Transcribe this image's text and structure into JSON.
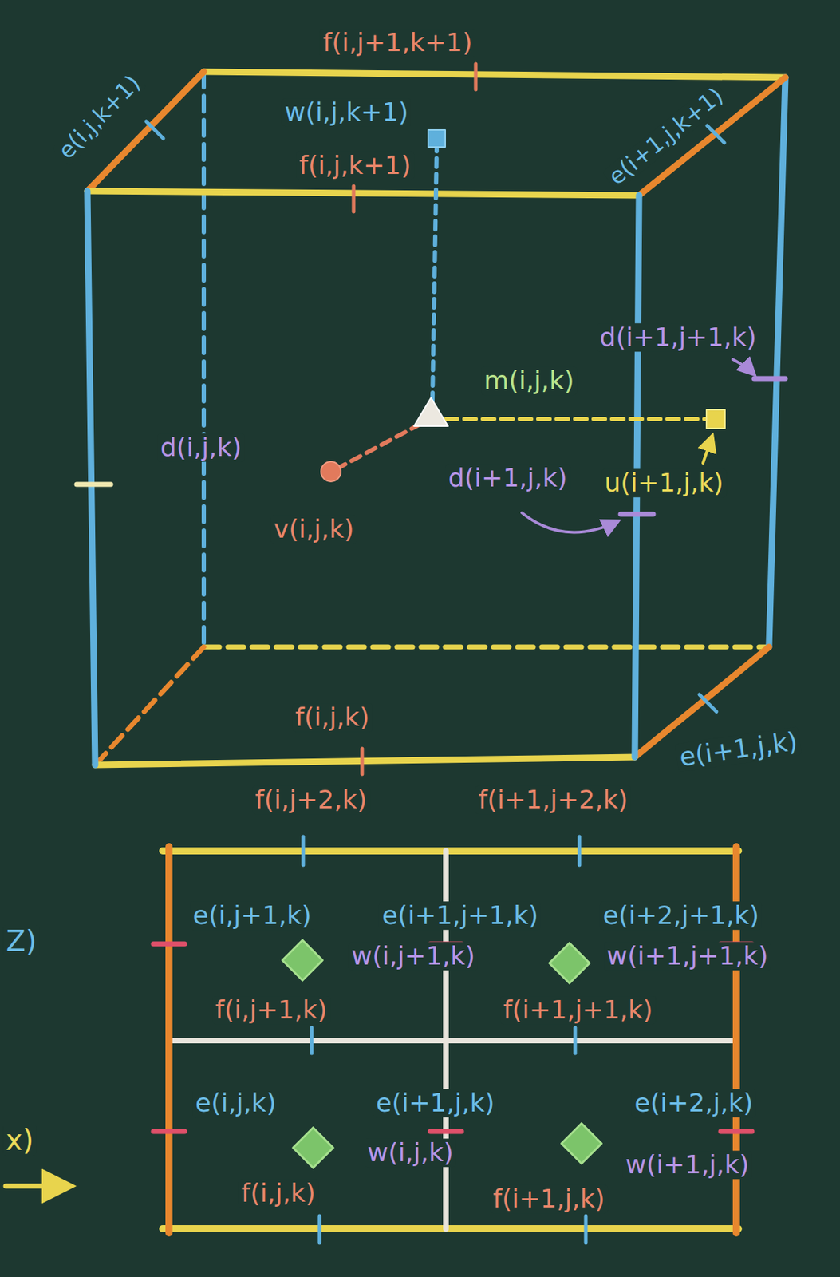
{
  "diagram": {
    "labels": [
      "f(i,j+1,k+1)",
      "e(i,j,k+1)",
      "w(i,j,k+1)",
      "f(i,j,k+1)",
      "e(i+1,j,k+1)",
      "d(i+1,j+1,k)",
      "m(i,j,k)",
      "d(i,j,k)",
      "d(i+1,j,k)",
      "u(i+1,j,k)",
      "v(i,j,k)",
      "f(i,j,k)",
      "e(i+1,j,k)",
      "f(i,j+2,k)",
      "f(i+1,j+2,k)",
      "e(i,j+1,k)",
      "e(i+1,j+1,k)",
      "e(i+2,j+1,k)",
      "w(i,j+1,k)",
      "w(i+1,j+1,k)",
      "f(i,j+1,k)",
      "f(i+1,j+1,k)",
      "e(i,j,k)",
      "e(i+1,j,k)",
      "e(i+2,j,k)",
      "w(i,j,k)",
      "w(i+1,j,k)",
      "f(i,j,k)",
      "f(i+1,j,k)",
      "Z)",
      "x)"
    ]
  }
}
